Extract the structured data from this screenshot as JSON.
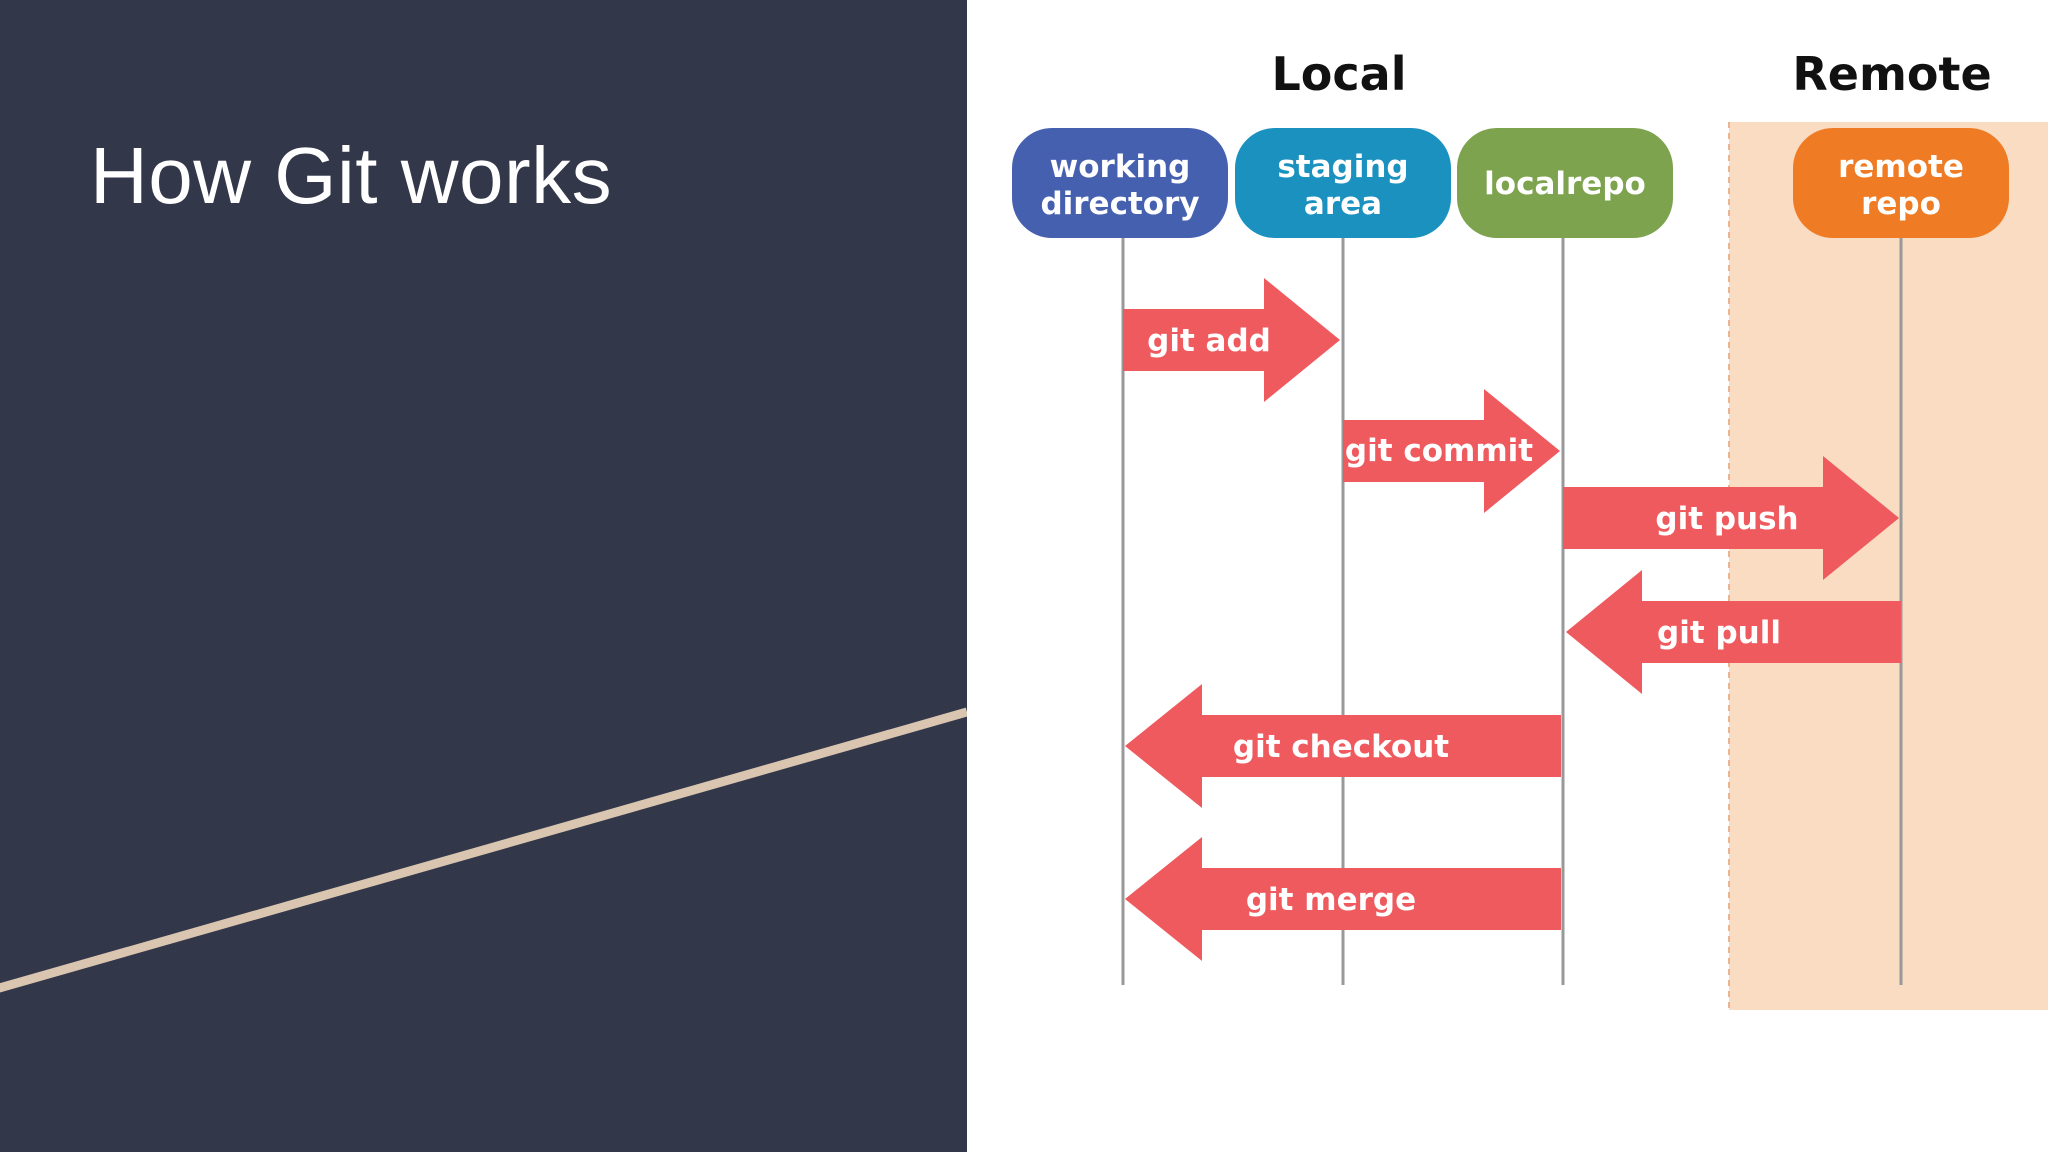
{
  "slide": {
    "title": "How Git works"
  },
  "diagram": {
    "groups": {
      "local": "Local",
      "remote": "Remote"
    },
    "nodes": [
      {
        "id": "wd",
        "line1": "working",
        "line2": "directory",
        "color": "#4660b0"
      },
      {
        "id": "stage",
        "line1": "staging",
        "line2": "area",
        "color": "#1a91bf"
      },
      {
        "id": "local",
        "line1": "localrepo",
        "line2": "",
        "color": "#7da34f"
      },
      {
        "id": "remote",
        "line1": "remote",
        "line2": "repo",
        "color": "#ef7c25"
      }
    ],
    "commands": [
      {
        "id": "add",
        "label": "git add",
        "from": "wd",
        "to": "stage"
      },
      {
        "id": "commit",
        "label": "git commit",
        "from": "stage",
        "to": "local"
      },
      {
        "id": "push",
        "label": "git push",
        "from": "local",
        "to": "remote"
      },
      {
        "id": "pull",
        "label": "git pull",
        "from": "remote",
        "to": "local"
      },
      {
        "id": "checkout",
        "label": "git checkout",
        "from": "local",
        "to": "wd"
      },
      {
        "id": "merge",
        "label": "git merge",
        "from": "local",
        "to": "wd"
      }
    ],
    "colors": {
      "arrow": "#ee5a5e",
      "remote_zone": "#f9dcc2",
      "lifeline": "#999999",
      "panel": "#323749",
      "accent_line": "#d9c5b0"
    }
  }
}
